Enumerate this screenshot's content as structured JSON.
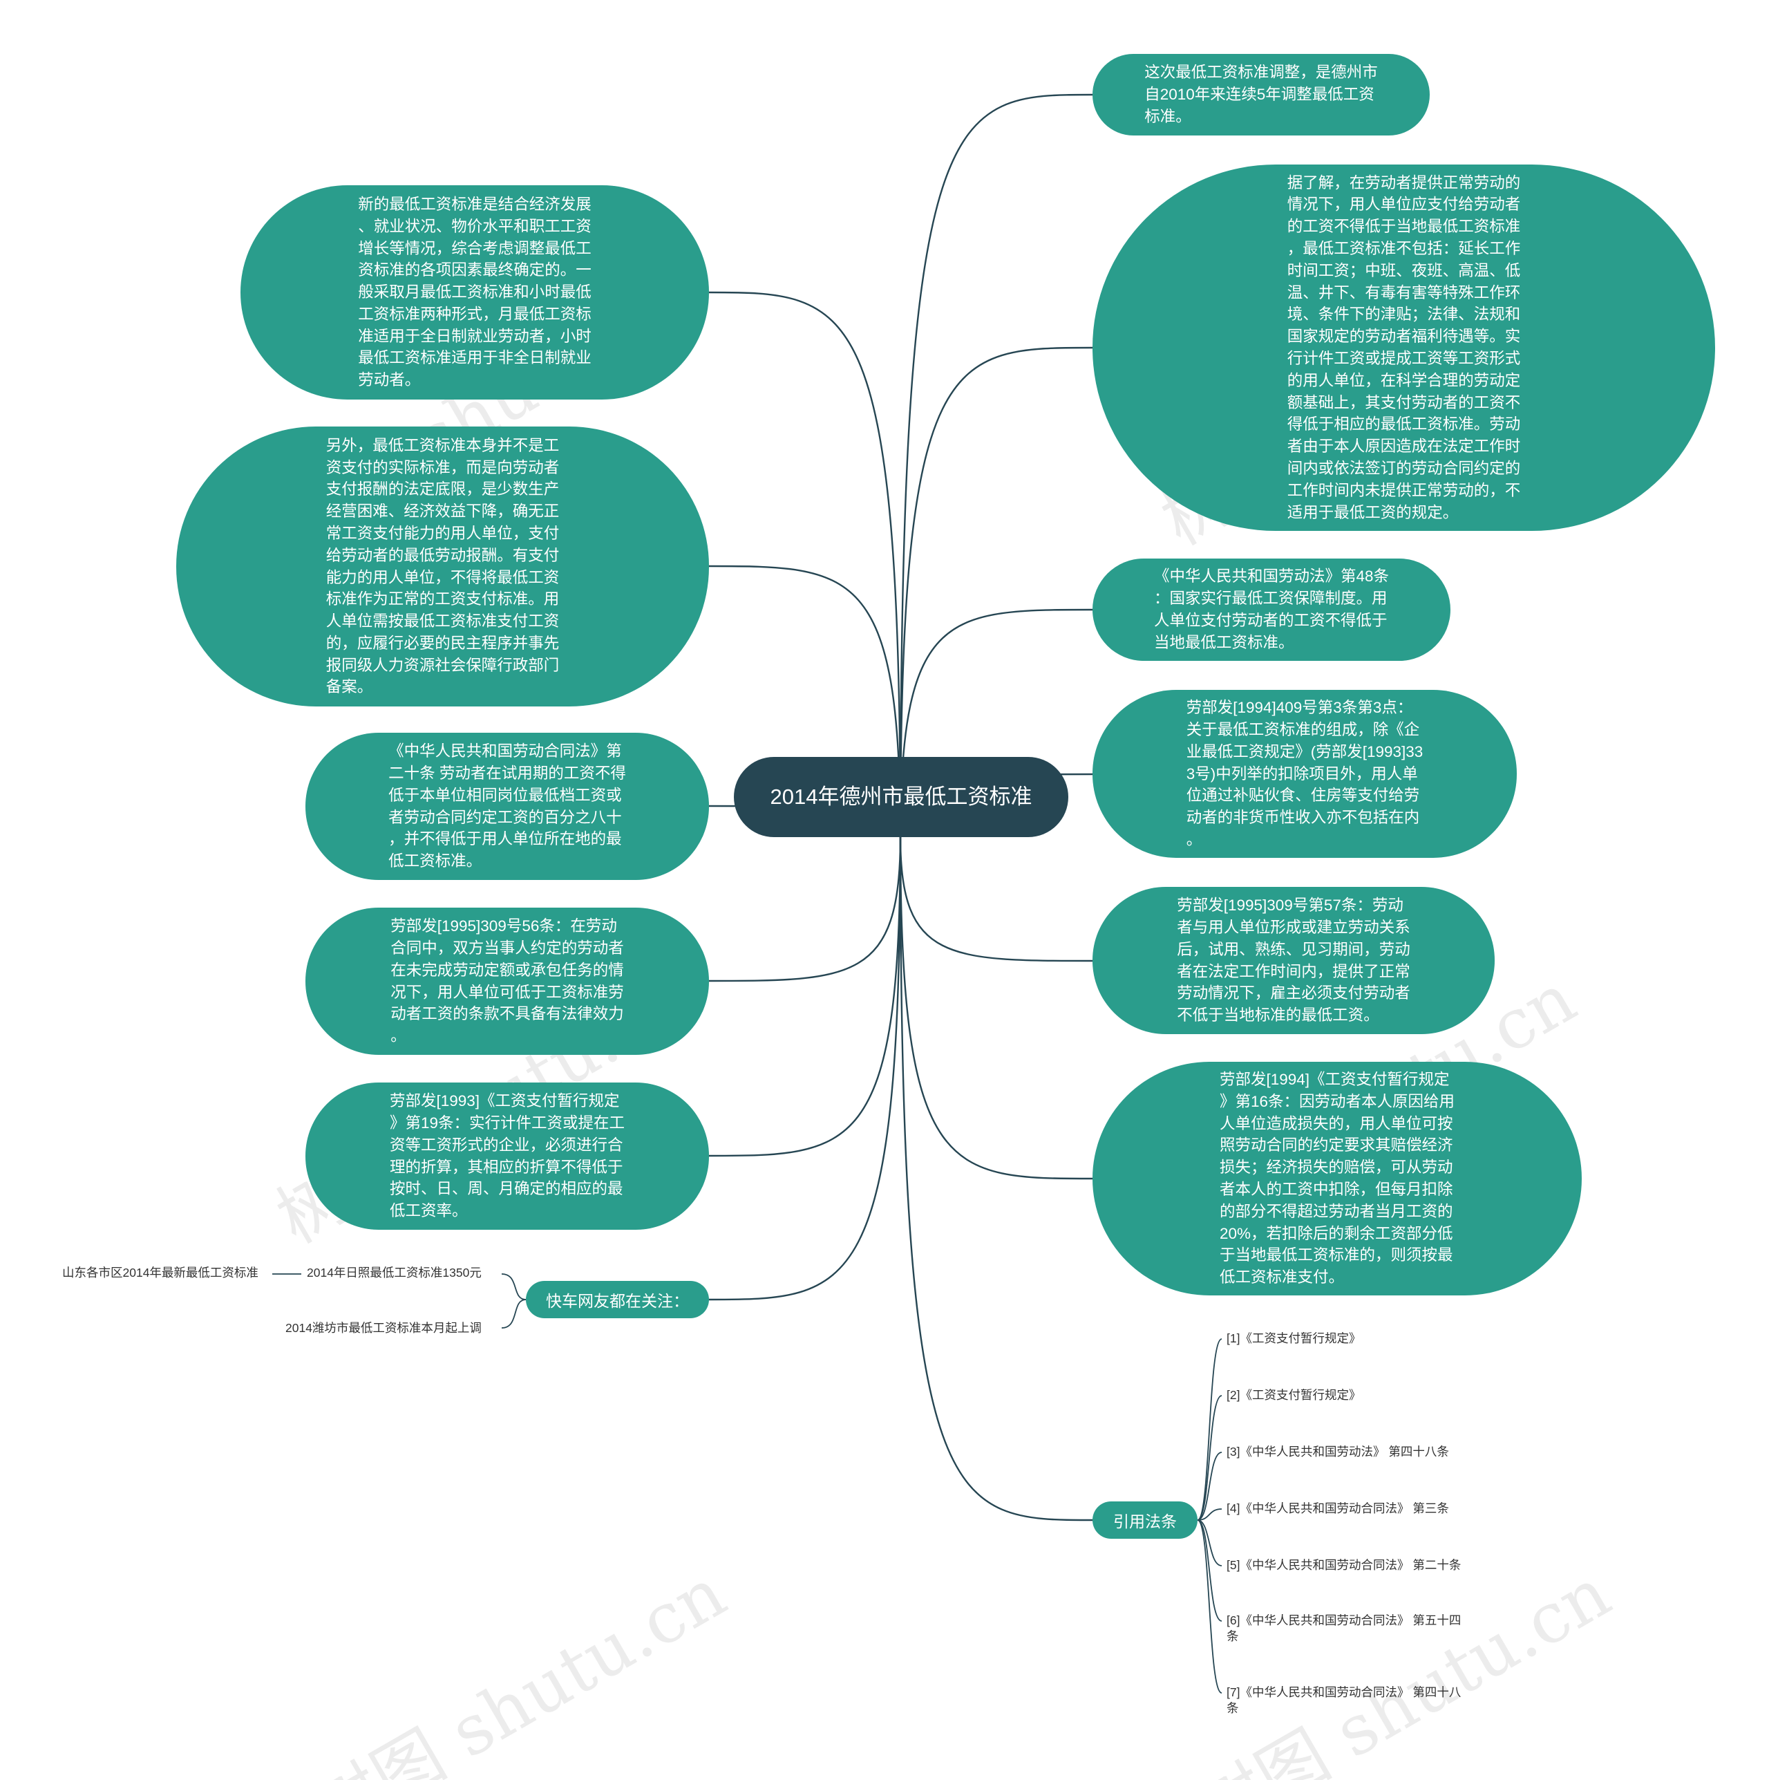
{
  "root": {
    "title": "2014年德州市最低工资标准"
  },
  "right_nodes": [
    {
      "id": "r1",
      "text": "这次最低工资标准调整，是德州市\n自2010年来连续5年调整最低工资\n标准。"
    },
    {
      "id": "r2",
      "text": "据了解，在劳动者提供正常劳动的\n情况下，用人单位应支付给劳动者\n的工资不得低于当地最低工资标准\n，最低工资标准不包括：延长工作\n时间工资；中班、夜班、高温、低\n温、井下、有毒有害等特殊工作环\n境、条件下的津贴；法律、法规和\n国家规定的劳动者福利待遇等。实\n行计件工资或提成工资等工资形式\n的用人单位，在科学合理的劳动定\n额基础上，其支付劳动者的工资不\n得低于相应的最低工资标准。劳动\n者由于本人原因造成在法定工作时\n间内或依法签订的劳动合同约定的\n工作时间内未提供正常劳动的，不\n适用于最低工资的规定。"
    },
    {
      "id": "r3",
      "text": "《中华人民共和国劳动法》第48条\n：国家实行最低工资保障制度。用\n人单位支付劳动者的工资不得低于\n当地最低工资标准。"
    },
    {
      "id": "r4",
      "text": "劳部发[1994]409号第3条第3点：\n关于最低工资标准的组成，除《企\n业最低工资规定》(劳部发[1993]33\n3号)中列举的扣除项目外，用人单\n位通过补贴伙食、住房等支付给劳\n动者的非货币性收入亦不包括在内\n。"
    },
    {
      "id": "r5",
      "text": "劳部发[1995]309号第57条：劳动\n者与用人单位形成或建立劳动关系\n后，试用、熟练、见习期间，劳动\n者在法定工作时间内，提供了正常\n劳动情况下，雇主必须支付劳动者\n不低于当地标准的最低工资。"
    },
    {
      "id": "r6",
      "text": "劳部发[1994]《工资支付暂行规定\n》第16条：因劳动者本人原因给用\n人单位造成损失的，用人单位可按\n照劳动合同的约定要求其赔偿经济\n损失；经济损失的赔偿，可从劳动\n者本人的工资中扣除，但每月扣除\n的部分不得超过劳动者当月工资的\n20%，若扣除后的剩余工资部分低\n于当地最低工资标准的，则须按最\n低工资标准支付。"
    }
  ],
  "left_nodes": [
    {
      "id": "l1",
      "text": "新的最低工资标准是结合经济发展\n、就业状况、物价水平和职工工资\n增长等情况，综合考虑调整最低工\n资标准的各项因素最终确定的。一\n般采取月最低工资标准和小时最低\n工资标准两种形式，月最低工资标\n准适用于全日制就业劳动者，小时\n最低工资标准适用于非全日制就业\n劳动者。"
    },
    {
      "id": "l2",
      "text": "另外，最低工资标准本身并不是工\n资支付的实际标准，而是向劳动者\n支付报酬的法定底限，是少数生产\n经营困难、经济效益下降，确无正\n常工资支付能力的用人单位，支付\n给劳动者的最低劳动报酬。有支付\n能力的用人单位，不得将最低工资\n标准作为正常的工资支付标准。用\n人单位需按最低工资标准支付工资\n的，应履行必要的民主程序并事先\n报同级人力资源社会保障行政部门\n备案。"
    },
    {
      "id": "l3",
      "text": "《中华人民共和国劳动合同法》第\n二十条 劳动者在试用期的工资不得\n低于本单位相同岗位最低档工资或\n者劳动合同约定工资的百分之八十\n，并不得低于用人单位所在地的最\n低工资标准。"
    },
    {
      "id": "l4",
      "text": "劳部发[1995]309号56条：在劳动\n合同中，双方当事人约定的劳动者\n在未完成劳动定额或承包任务的情\n况下，用人单位可低于工资标准劳\n动者工资的条款不具备有法律效力\n。"
    },
    {
      "id": "l5",
      "text": "劳部发[1993]《工资支付暂行规定\n》第19条：实行计件工资或提在工\n资等工资形式的企业，必须进行合\n理的折算，其相应的折算不得低于\n按时、日、周、月确定的相应的最\n低工资率。"
    }
  ],
  "focus": {
    "label": "快车网友都在关注：",
    "items": [
      "2014年日照最低工资标准1350元",
      "2014潍坊市最低工资标准本月起上调"
    ],
    "sub_item": "山东各市区2014年最新最低工资标准"
  },
  "citations": {
    "label": "引用法条",
    "items": [
      "[1]《工资支付暂行规定》",
      "[2]《工资支付暂行规定》",
      "[3]《中华人民共和国劳动法》 第四十八条",
      "[4]《中华人民共和国劳动合同法》 第三条",
      "[5]《中华人民共和国劳动合同法》 第二十条",
      "[6]《中华人民共和国劳动合同法》 第五十四\n条",
      "[7]《中华人民共和国劳动合同法》 第四十八\n条"
    ]
  },
  "watermark": "树图 shutu.cn",
  "colors": {
    "node": "#2a9d8c",
    "root": "#264653",
    "line": "#264653",
    "leaf_text": "#333333"
  }
}
